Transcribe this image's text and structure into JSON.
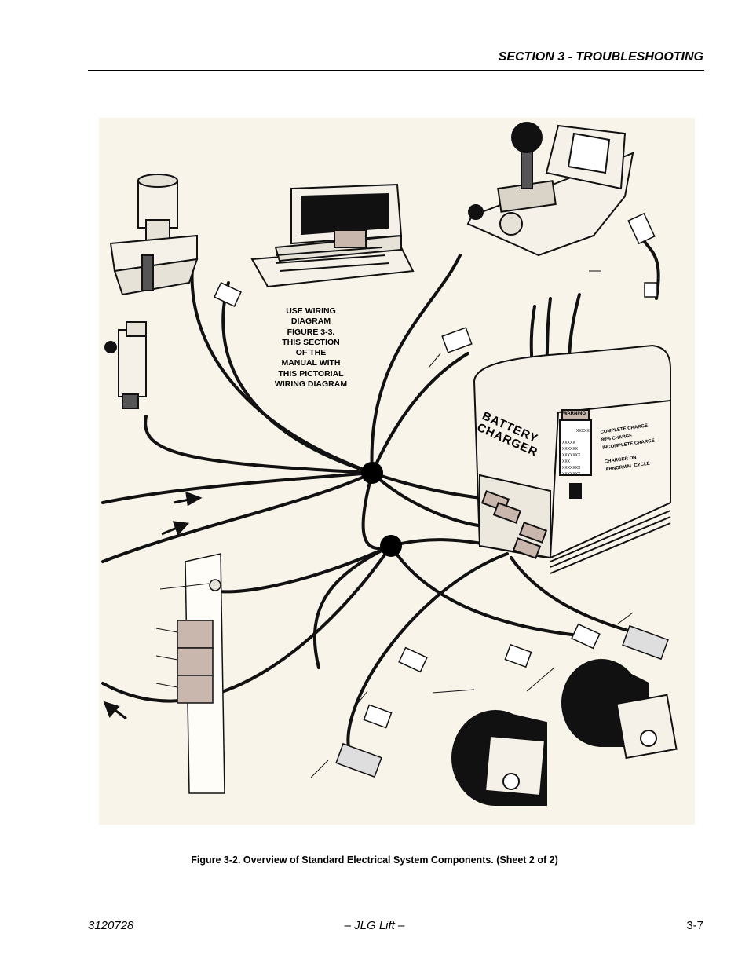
{
  "header": {
    "section_title": "SECTION 3 - TROUBLESHOOTING"
  },
  "figure": {
    "note_lines": [
      "USE WIRING",
      "DIAGRAM",
      "FIGURE 3-3.",
      "THIS SECTION",
      "OF THE",
      "MANUAL WITH",
      "THIS PICTORIAL",
      "WIRING DIAGRAM"
    ],
    "charger": {
      "label_line1": "BATTERY",
      "label_line2": "CHARGER",
      "warning": "WARNING",
      "warning_text": "XXXXX",
      "panel_codes": [
        "XXXXX",
        "XXXXXX",
        "XXXXXXX",
        "XXX",
        "XXXXXXX",
        "XXXXXXX"
      ],
      "indicators": [
        "COMPLETE CHARGE",
        "80% CHARGE",
        "INCOMPLETE CHARGE",
        "CHARGER ON",
        "ABNORMAL CYCLE"
      ]
    },
    "caption": "Figure 3-2.  Overview of Standard Electrical System Components. (Sheet 2 of 2)"
  },
  "footer": {
    "doc_number": "3120728",
    "center": "– JLG Lift –",
    "page": "3-7"
  }
}
